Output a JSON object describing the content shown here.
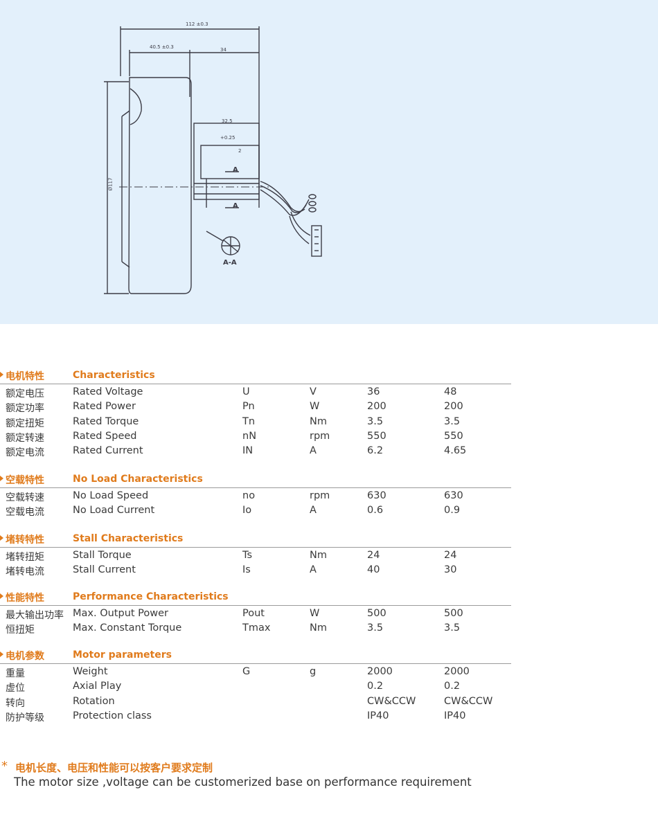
{
  "drawing": {
    "dim_total": "112 ±0.3",
    "dim_body": "40.5 ±0.3",
    "dim_shaft": "34",
    "dim_d1": "32.5",
    "dim_d2": "+0.25",
    "dim_d3": "2",
    "dim_dia": "Ø117",
    "section_label": "A-A",
    "marker": "A"
  },
  "sections": [
    {
      "zh": "电机特性",
      "en": "Characteristics",
      "rows": [
        {
          "zh": "额定电压",
          "en": "Rated Voltage",
          "sym": "U",
          "unit": "V",
          "v1": "36",
          "v2": "48"
        },
        {
          "zh": "额定功率",
          "en": "Rated Power",
          "sym": "Pn",
          "unit": "W",
          "v1": "200",
          "v2": "200"
        },
        {
          "zh": "额定扭矩",
          "en": "Rated Torque",
          "sym": "Tn",
          "unit": "Nm",
          "v1": "3.5",
          "v2": "3.5"
        },
        {
          "zh": "额定转速",
          "en": "Rated Speed",
          "sym": "nN",
          "unit": "rpm",
          "v1": "550",
          "v2": "550"
        },
        {
          "zh": "额定电流",
          "en": "Rated Current",
          "sym": "IN",
          "unit": "A",
          "v1": "6.2",
          "v2": "4.65"
        }
      ]
    },
    {
      "zh": "空载特性",
      "en": "No Load Characteristics",
      "rows": [
        {
          "zh": "空载转速",
          "en": "No Load Speed",
          "sym": "no",
          "unit": "rpm",
          "v1": "630",
          "v2": "630"
        },
        {
          "zh": "空载电流",
          "en": "No Load Current",
          "sym": "Io",
          "unit": "A",
          "v1": "0.6",
          "v2": "0.9"
        }
      ]
    },
    {
      "zh": "堵转特性",
      "en": "Stall Characteristics",
      "rows": [
        {
          "zh": "堵转扭矩",
          "en": "Stall Torque",
          "sym": "Ts",
          "unit": "Nm",
          "v1": "24",
          "v2": "24"
        },
        {
          "zh": "堵转电流",
          "en": "Stall Current",
          "sym": "Is",
          "unit": "A",
          "v1": "40",
          "v2": "30"
        }
      ]
    },
    {
      "zh": "性能特性",
      "en": "Performance Characteristics",
      "rows": [
        {
          "zh": "最大输出功率",
          "en": "Max. Output Power",
          "sym": "Pout",
          "unit": "W",
          "v1": "500",
          "v2": "500"
        },
        {
          "zh": "恒扭矩",
          "en": "Max. Constant Torque",
          "sym": "Tmax",
          "unit": "Nm",
          "v1": "3.5",
          "v2": "3.5"
        }
      ]
    },
    {
      "zh": "电机参数",
      "en": "Motor parameters",
      "rows": [
        {
          "zh": "重量",
          "en": "Weight",
          "sym": "G",
          "unit": "g",
          "v1": "2000",
          "v2": "2000"
        },
        {
          "zh": "虚位",
          "en": "Axial Play",
          "sym": "",
          "unit": "",
          "v1": "0.2",
          "v2": "0.2"
        },
        {
          "zh": "转向",
          "en": "Rotation",
          "sym": "",
          "unit": "",
          "v1": "CW&CCW",
          "v2": "CW&CCW"
        },
        {
          "zh": "防护等级",
          "en": "Protection class",
          "sym": "",
          "unit": "",
          "v1": "IP40",
          "v2": "IP40"
        }
      ]
    }
  ],
  "note": {
    "star": "*",
    "zh": "电机长度、电压和性能可以按客户要求定制",
    "en": "The motor size ,voltage can be customerized base on performance requirement"
  }
}
